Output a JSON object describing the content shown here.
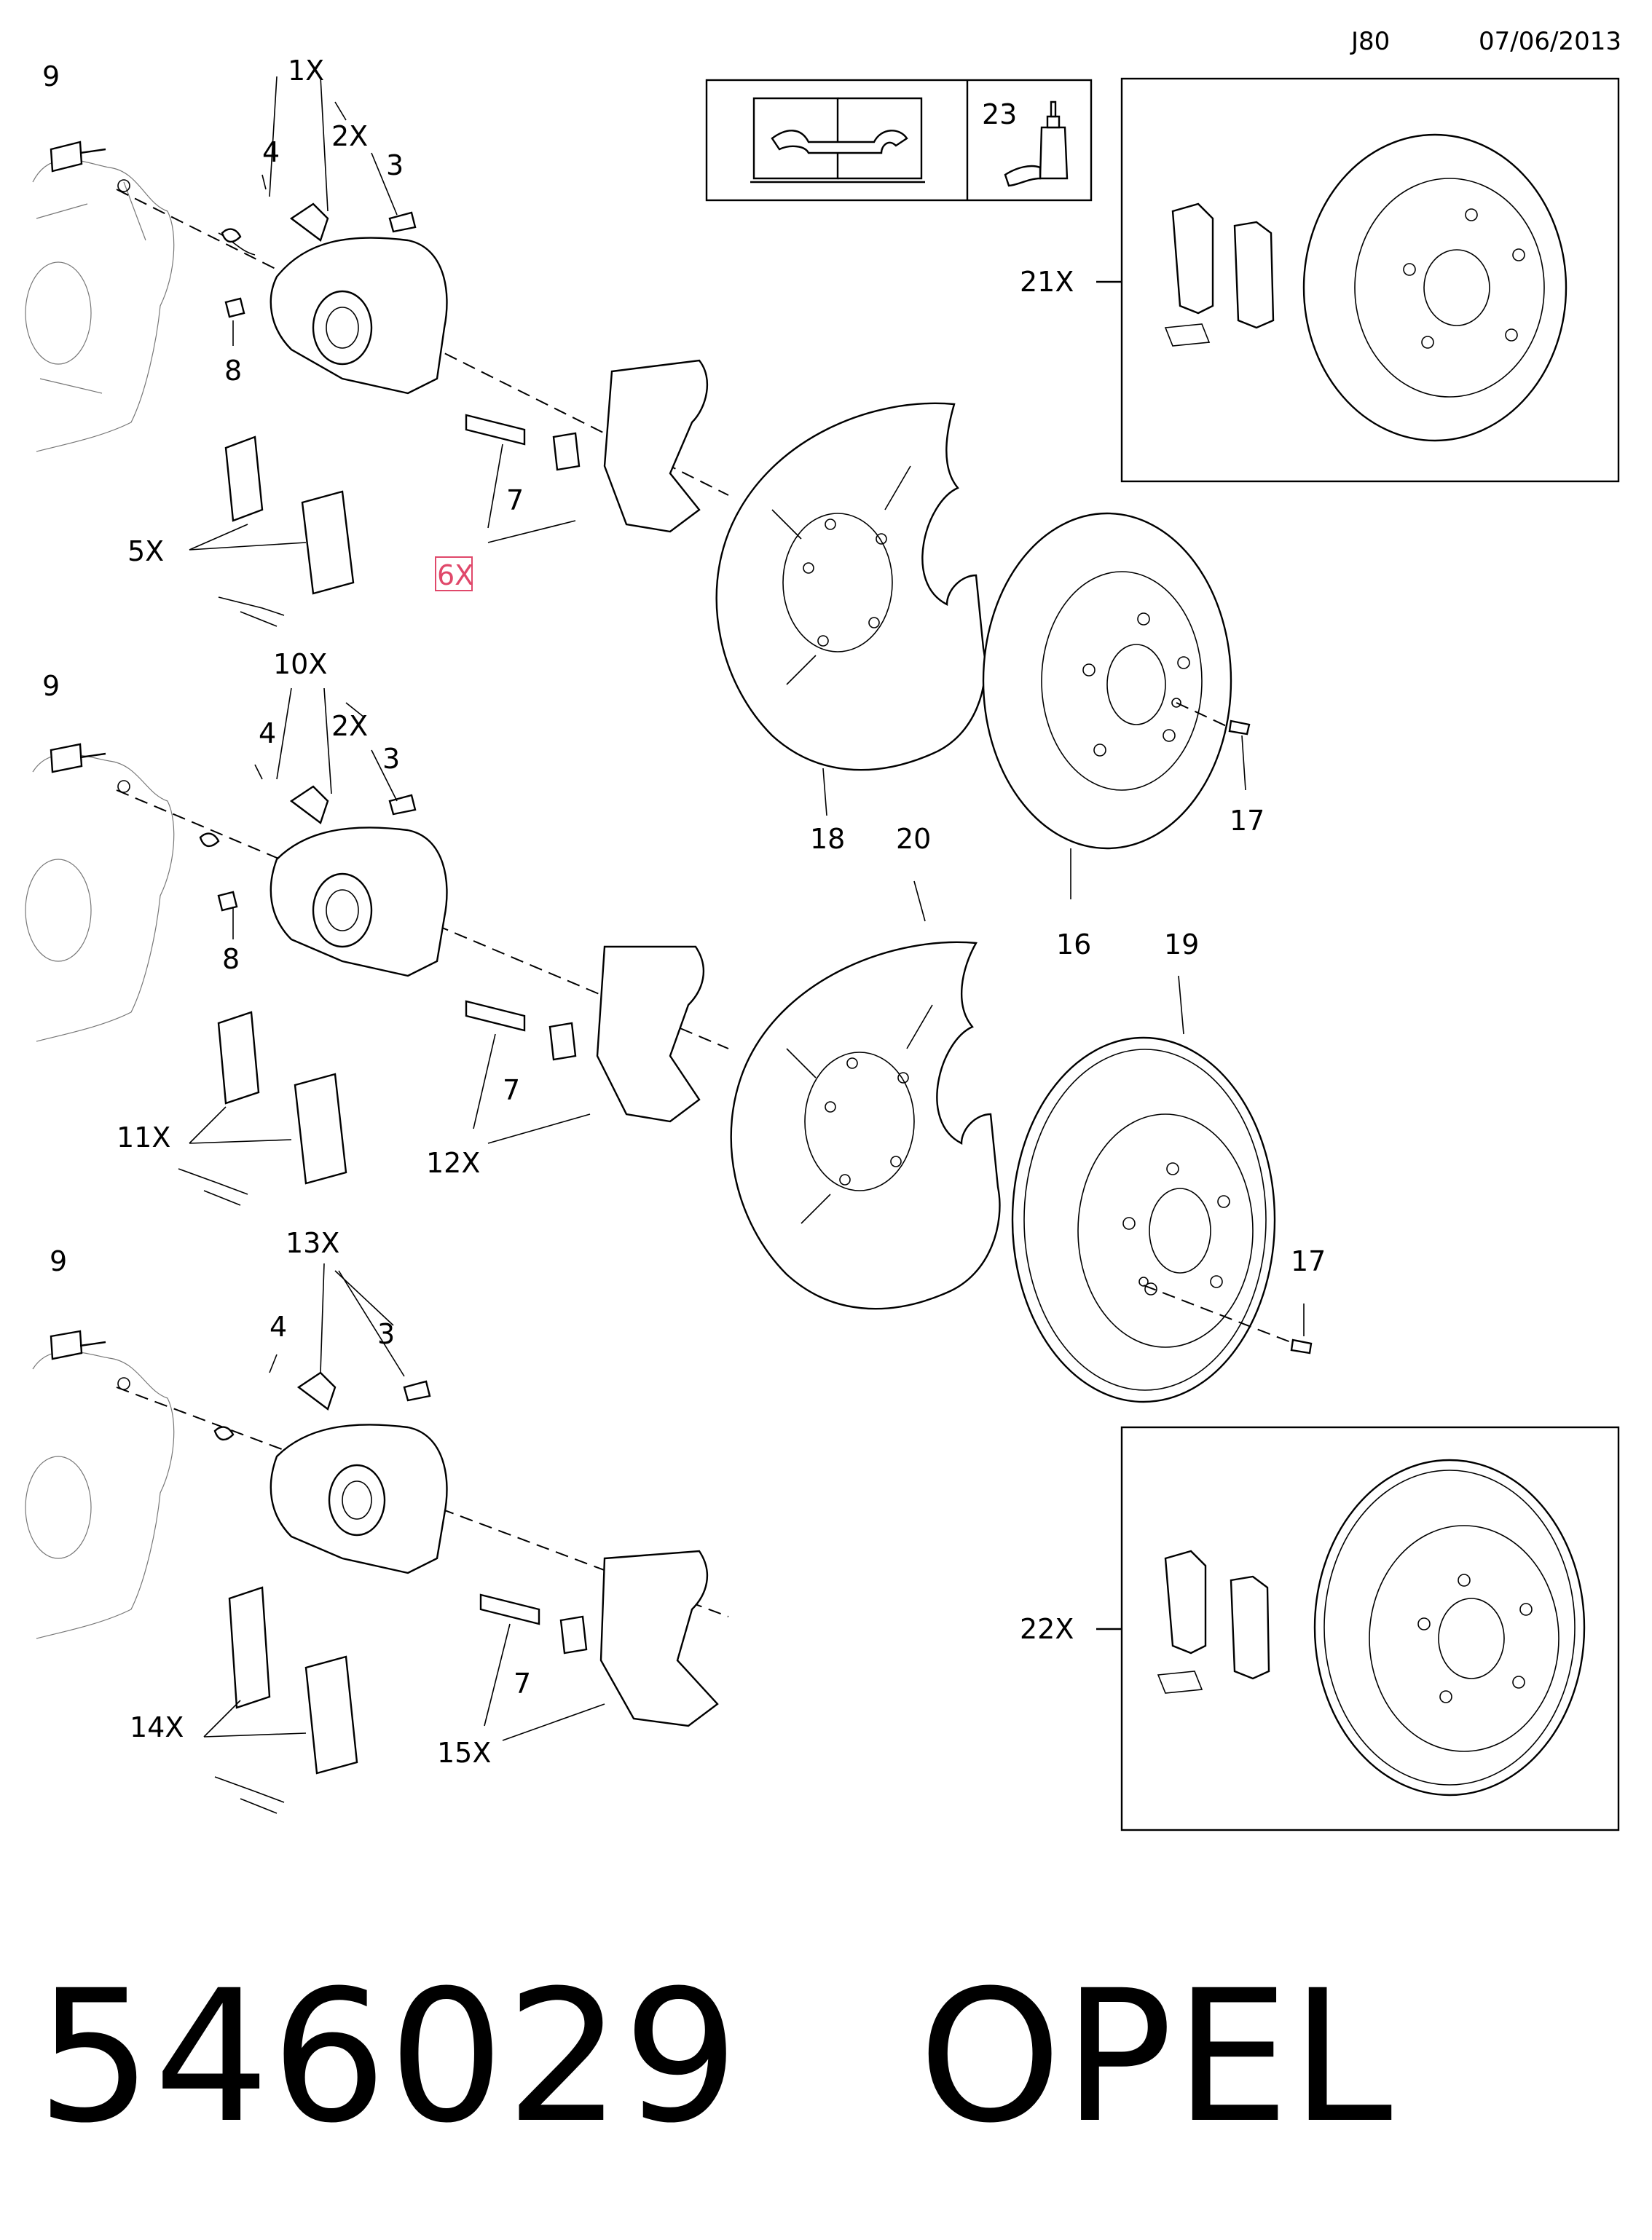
{
  "header": {
    "code": "J80",
    "date": "07/06/2013"
  },
  "labels": {
    "l9a": "9",
    "l1x": "1X",
    "l2xa": "2X",
    "l3a": "3",
    "l4a": "4",
    "l8a": "8",
    "l5x": "5X",
    "l6x": "6X",
    "l7a": "7",
    "l9b": "9",
    "l10x": "10X",
    "l2xb": "2X",
    "l3b": "3",
    "l4b": "4",
    "l8b": "8",
    "l11x": "11X",
    "l12x": "12X",
    "l7b": "7",
    "l9c": "9",
    "l13x": "13X",
    "l3c": "3",
    "l4c": "4",
    "l14x": "14X",
    "l15x": "15X",
    "l7c": "7",
    "l18": "18",
    "l20": "20",
    "l16": "16",
    "l17a": "17",
    "l19": "19",
    "l17b": "17",
    "l21x": "21X",
    "l22x": "22X",
    "l23": "23"
  },
  "footer": {
    "part_number": "546029",
    "brand": "OPEL"
  }
}
